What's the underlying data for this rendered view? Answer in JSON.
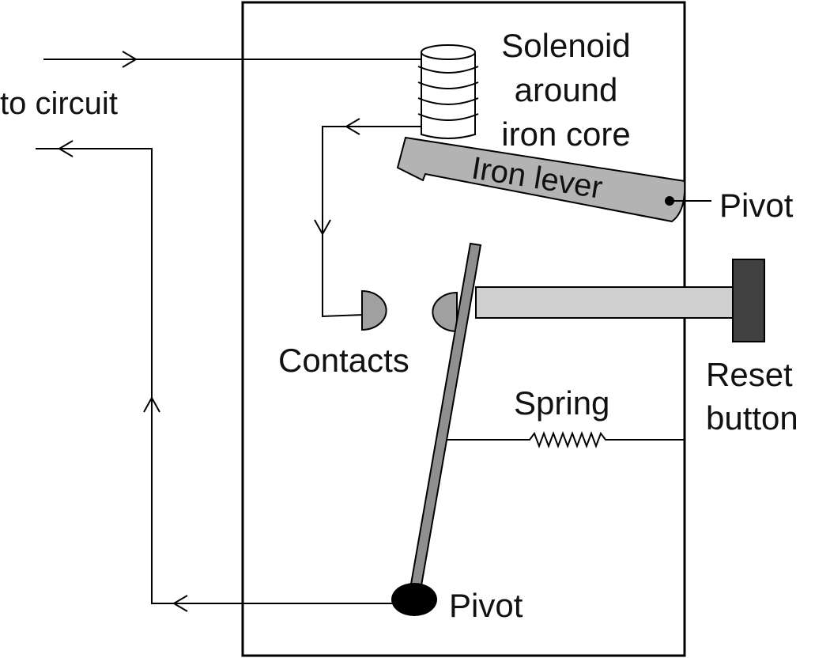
{
  "labels": {
    "to_circuit": "to circuit",
    "solenoid_line1": "Solenoid",
    "solenoid_line2": "around",
    "solenoid_line3": "iron core",
    "iron_lever": "Iron lever",
    "pivot_top": "Pivot",
    "contacts": "Contacts",
    "reset_line1": "Reset",
    "reset_line2": "button",
    "spring": "Spring",
    "pivot_bottom": "Pivot"
  },
  "colors": {
    "lever_fill": "#b3b3b3",
    "contact_fill": "#a0a0a0",
    "bar_fill": "#8f8f8f",
    "reset_shaft_fill": "#cfcfcf",
    "reset_knob_fill": "#404040",
    "pivot_fill": "#000000",
    "stroke": "#000000"
  }
}
